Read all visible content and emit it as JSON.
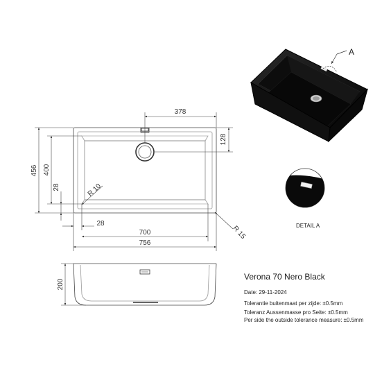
{
  "dimensions": {
    "d378": "378",
    "d128": "128",
    "d456": "456",
    "d400": "400",
    "d28_left": "28",
    "d28_bottom": "28",
    "r10": "R 10",
    "r15": "R 15",
    "d700": "700",
    "d756": "756",
    "d200": "200"
  },
  "callouts": {
    "detail_marker": "A",
    "detail_label": "DETAIL A"
  },
  "product": {
    "title": "Verona 70 Nero Black",
    "date": "Date: 29-11-2024",
    "tolerances": [
      "Tolerantie buitenmaat per zijde: ±0.5mm",
      "Toleranz Aussenmasse pro Seite: ±0.5mm",
      "Per side the outside tolerance measure: ±0.5mm"
    ]
  }
}
